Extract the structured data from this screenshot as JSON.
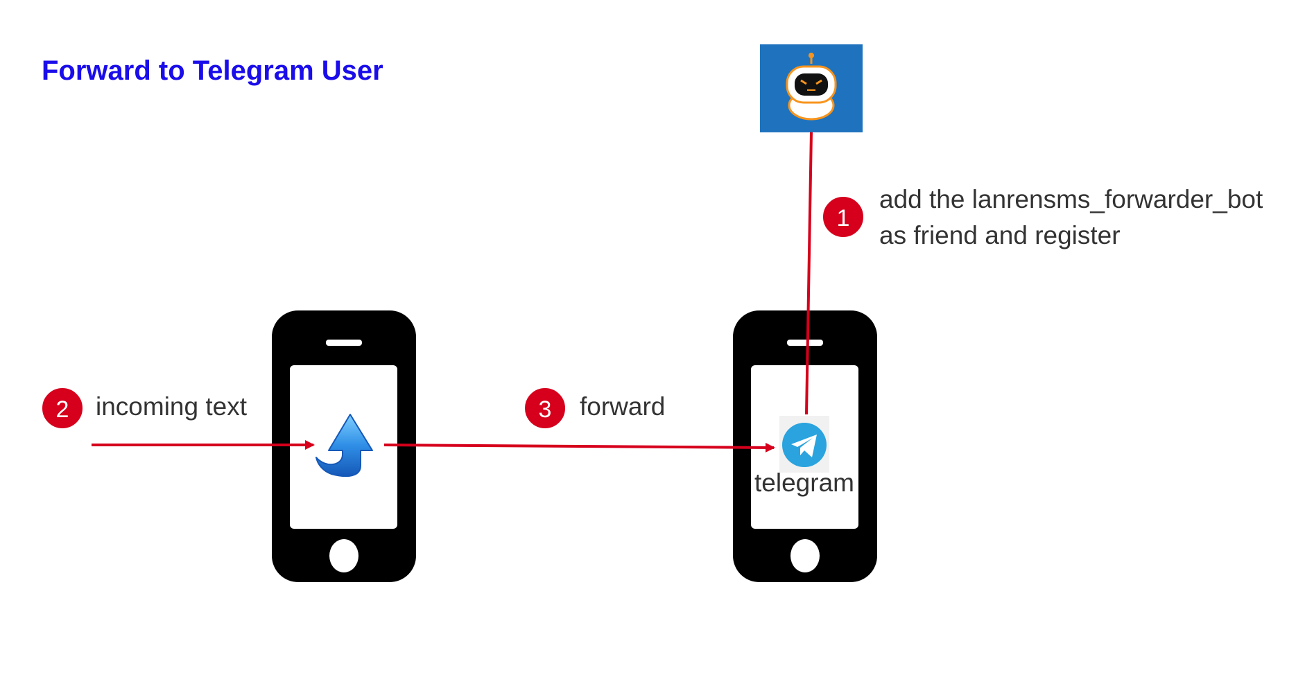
{
  "title": "Forward to Telegram User",
  "colors": {
    "title": "#1a0dea",
    "arrow": "#d6001c",
    "badge": "#d6001c",
    "phone": "#000000",
    "bot_tile": "#1f73be",
    "telegram": "#2aa3de"
  },
  "steps": [
    {
      "number": "1",
      "lines": [
        "add the lanrensms_forwarder_bot",
        "as friend  and register"
      ]
    },
    {
      "number": "2",
      "lines": [
        "incoming text"
      ]
    },
    {
      "number": "3",
      "lines": [
        "forward"
      ]
    }
  ],
  "nodes": {
    "bot": {
      "icon": "robot-icon"
    },
    "sender_phone": {
      "icon": "upload-arrow-icon"
    },
    "receiver_phone": {
      "icon": "telegram-icon",
      "label": "telegram"
    }
  }
}
